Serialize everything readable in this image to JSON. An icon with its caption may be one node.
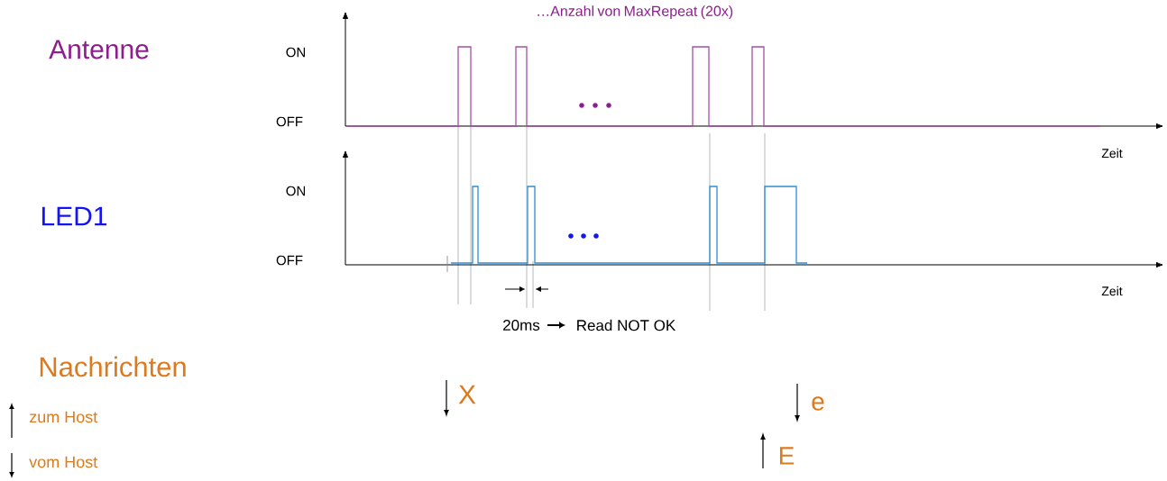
{
  "diagram": {
    "labels": [
      "Antenne",
      "ON",
      "OFF",
      "…Anzahl von MaxRepeat (20x)",
      "Zeit",
      "LED1",
      "ON",
      "OFF",
      "Zeit",
      "20ms",
      "Read NOT OK",
      "Nachrichten",
      "X",
      "e",
      "E"
    ],
    "legend": [
      {
        "text": "zum Host"
      },
      {
        "text": "vom Host"
      }
    ]
  }
}
